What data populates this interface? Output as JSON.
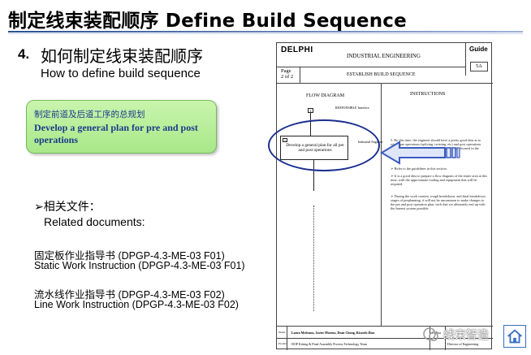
{
  "header": {
    "title": "制定线束装配顺序 Define Build Sequence"
  },
  "section": {
    "number": "4.",
    "title_cn": "如何制定线束装配顺序",
    "title_en": "How to define build sequence"
  },
  "callout": {
    "text_cn": "制定前道及后道工序的总规划",
    "text_en": "Develop a general plan for pre and post operations"
  },
  "related": {
    "label_cn": "➢相关文件：",
    "label_en": "Related documents:",
    "docs": [
      {
        "cn": "固定板作业指导书 (DPGP-4.3-ME-03 F01)",
        "en": "Static Work Instruction (DPGP-4.3-ME-03 F01)"
      },
      {
        "cn": "流水线作业指导书 (DPGP-4.3-ME-03 F02)",
        "en": "Line Work Instruction (DPGP-4.3-ME-03 F02)"
      }
    ]
  },
  "guide_doc": {
    "logo": "DELPHI",
    "department": "INDUSTRIAL ENGINEERING",
    "guide_label": "Guide",
    "guide_no": "5A",
    "page_label": "Page",
    "page_of": "2 of 2",
    "doc_title": "ESTABLISH BUILD SEQUENCE",
    "flow_col": "FLOW DIAGRAM",
    "instr_col": "INSTRUCTIONS",
    "responsible": "RESPONSIBLE Interface",
    "ie_label": "Industrial Engineer",
    "box1_num": "4",
    "box2_num": "5",
    "box2_text": "Develop a general plan for all pre and post operations",
    "instr_paragraphs": [
      "5. By this time, the engineer should have a pretty good idea as to where pre operations (splicing, twisting, etc) and post operations (taping, clipping, vision, torquing, etc) will be performed in the manufacturing system.",
      "➢ Refer to the guidelines in this section.",
      "➢ It is a good idea to prepare a flow diagram of the entire area at this time, with the approximate tooling and equipment that will be required.",
      "➢ During the work content, rough breakdown, and final breakdown stages of preplanning, it will not be uncommon to make changes to the pre and post operation plan, such that we ultimately end up with the leanest system possible."
    ],
    "footer_name_label": "Name",
    "footer_names": "Laura Medrano, Javier Moreno, Dean Chong, Ricardo Diaz",
    "footer_product_label": "Product",
    "footer_product": "DOP Kitting & Final Assembly Process Technology Team",
    "footer_right_name": "L. Rua",
    "footer_right_title": "Director of Engineering"
  },
  "watermark": {
    "text": "线束智造"
  },
  "colors": {
    "callout_text": "#1d3a8a",
    "callout_bg": "#b8ef99",
    "ellipse": "#1b2f8f",
    "arrow": "#3a5bbf"
  }
}
